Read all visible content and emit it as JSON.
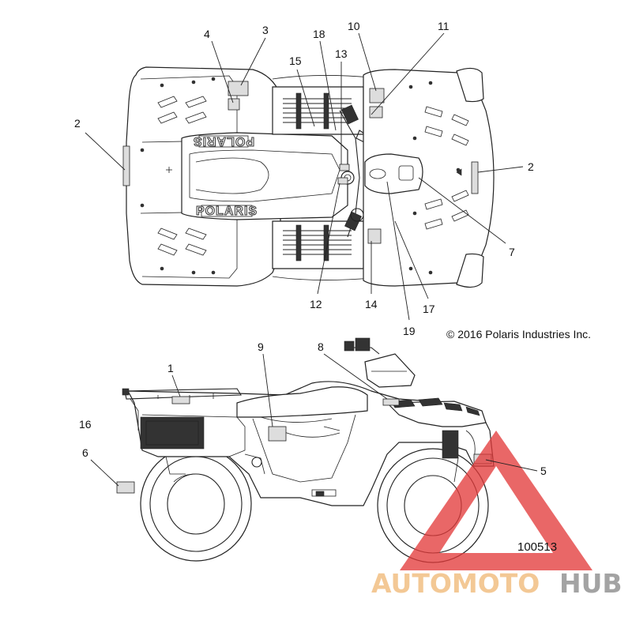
{
  "diagram": {
    "callouts": [
      "1",
      "2",
      "2",
      "3",
      "4",
      "5",
      "6",
      "7",
      "8",
      "9",
      "10",
      "11",
      "12",
      "13",
      "14",
      "15",
      "16",
      "17",
      "18",
      "19"
    ],
    "copyright": "© 2016 Polaris Industries Inc.",
    "part_number": "100513",
    "brand_logo": "POLARIS",
    "watermark": {
      "part1": "AUTOMOTO",
      "part2": "HUB",
      "color_auto": "#f2c38a",
      "color_hub": "#9a9a9a",
      "triangle_color": "#e23a3a"
    }
  }
}
